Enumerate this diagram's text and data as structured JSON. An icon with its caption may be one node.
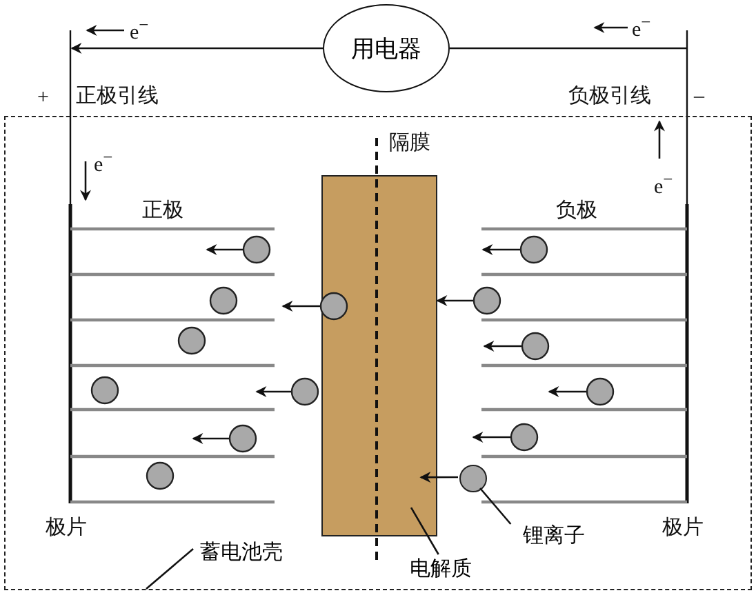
{
  "diagram": {
    "nodes": [
      {
        "text": [
          "用电器"
        ]
      },
      {
        "text": [],
        "shape": "box"
      },
      {
        "text": [],
        "shape": "box",
        "in": 1
      },
      {
        "text": [],
        "shape": "circle",
        "in": 1
      },
      {
        "text": [
          "锂离子"
        ],
        "in": 1
      },
      {
        "text": [
          "蓄电池壳"
        ],
        "in": 1
      },
      {
        "text": [
          "电解质"
        ],
        "in": 1
      }
    ],
    "edges": [
      {
        "from": 0,
        "to": null,
        "arrow": "to"
      },
      {
        "from": null,
        "to": 0,
        "arrow": "none"
      },
      {
        "from": 3,
        "to": 2,
        "arrow": "to"
      },
      {
        "from": 4,
        "to": 3,
        "arrow": "none"
      },
      {
        "from": 5,
        "to": 1,
        "arrow": "none"
      },
      {
        "from": 6,
        "to": 2,
        "arrow": "none"
      }
    ],
    "labels": [
      "e$^{−}$",
      "e$^{−}$",
      "+",
      "正极引线",
      "负极引线",
      "–",
      "隔膜",
      "e$^{−}$",
      "e$^{−}$",
      "正极",
      "负极",
      "极片",
      "极片"
    ]
  }
}
